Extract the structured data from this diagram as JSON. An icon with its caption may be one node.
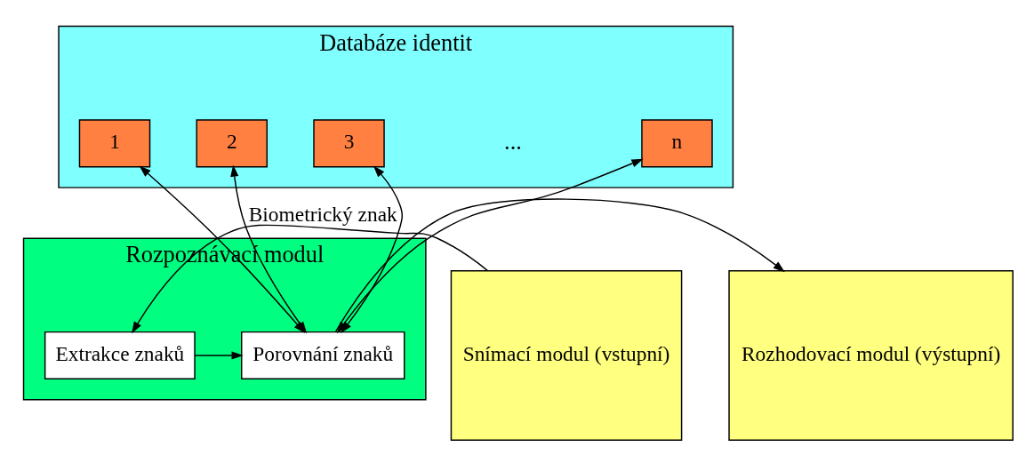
{
  "diagram": {
    "nodes": [
      {
        "text": [
          "Databáze identit"
        ]
      },
      {
        "text": [
          "1"
        ],
        "in": 0
      },
      {
        "text": [
          "2"
        ],
        "in": 0
      },
      {
        "text": [
          "3"
        ],
        "in": 0
      },
      {
        "text": [
          "n"
        ],
        "in": 0
      },
      {
        "text": [
          "Snímací modul (vstupní)"
        ]
      },
      {
        "text": [
          "Rozpoznávací modul"
        ]
      },
      {
        "text": [
          "Extrakce znaků"
        ],
        "in": 6
      },
      {
        "text": [
          "Porovnání znaků"
        ],
        "in": 6
      },
      {
        "text": [
          "Rozhodovací modul (výstupní)"
        ]
      }
    ],
    "edges": [
      {
        "from": 1,
        "to": 8,
        "arrow": "both"
      },
      {
        "from": 2,
        "to": 8,
        "arrow": "both"
      },
      {
        "from": 3,
        "to": 8,
        "arrow": "both"
      },
      {
        "from": 4,
        "to": 8,
        "arrow": "both"
      },
      {
        "from": 5,
        "to": 7,
        "arrow": "to",
        "label": "Biometrický znak"
      },
      {
        "from": 7,
        "to": 8,
        "arrow": "to"
      },
      {
        "from": 8,
        "to": 9,
        "arrow": "to"
      }
    ],
    "labels": [
      "..."
    ]
  }
}
